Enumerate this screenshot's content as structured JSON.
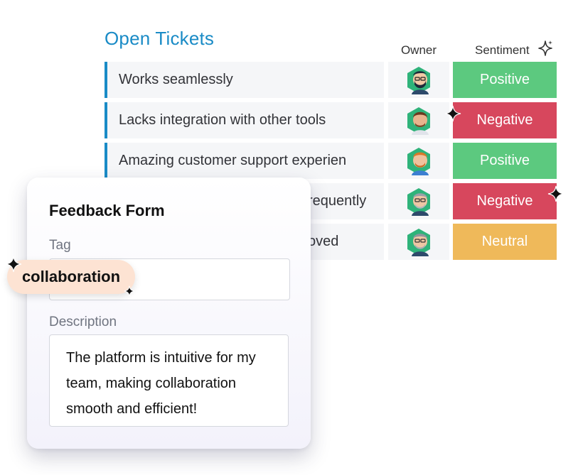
{
  "header": {
    "title": "Open Tickets",
    "owner_col": "Owner",
    "sentiment_col": "Sentiment"
  },
  "colors": {
    "accent": "#1a8bc6",
    "positive": "#5cc97f",
    "negative": "#d7475d",
    "neutral": "#efb95a"
  },
  "tickets": [
    {
      "task": "Works seamlessly",
      "sentiment": "Positive"
    },
    {
      "task": "Lacks integration with other tools",
      "sentiment": "Negative"
    },
    {
      "task": "Amazing customer support experien",
      "sentiment": "Positive"
    },
    {
      "task": "requently",
      "sentiment": "Negative"
    },
    {
      "task": "oved",
      "sentiment": "Neutral"
    }
  ],
  "form": {
    "title": "Feedback Form",
    "tag_label": "Tag",
    "tag_value": "collaboration",
    "description_label": "Description",
    "description_value": "The platform is intuitive for my team, making collaboration smooth and efficient!"
  }
}
